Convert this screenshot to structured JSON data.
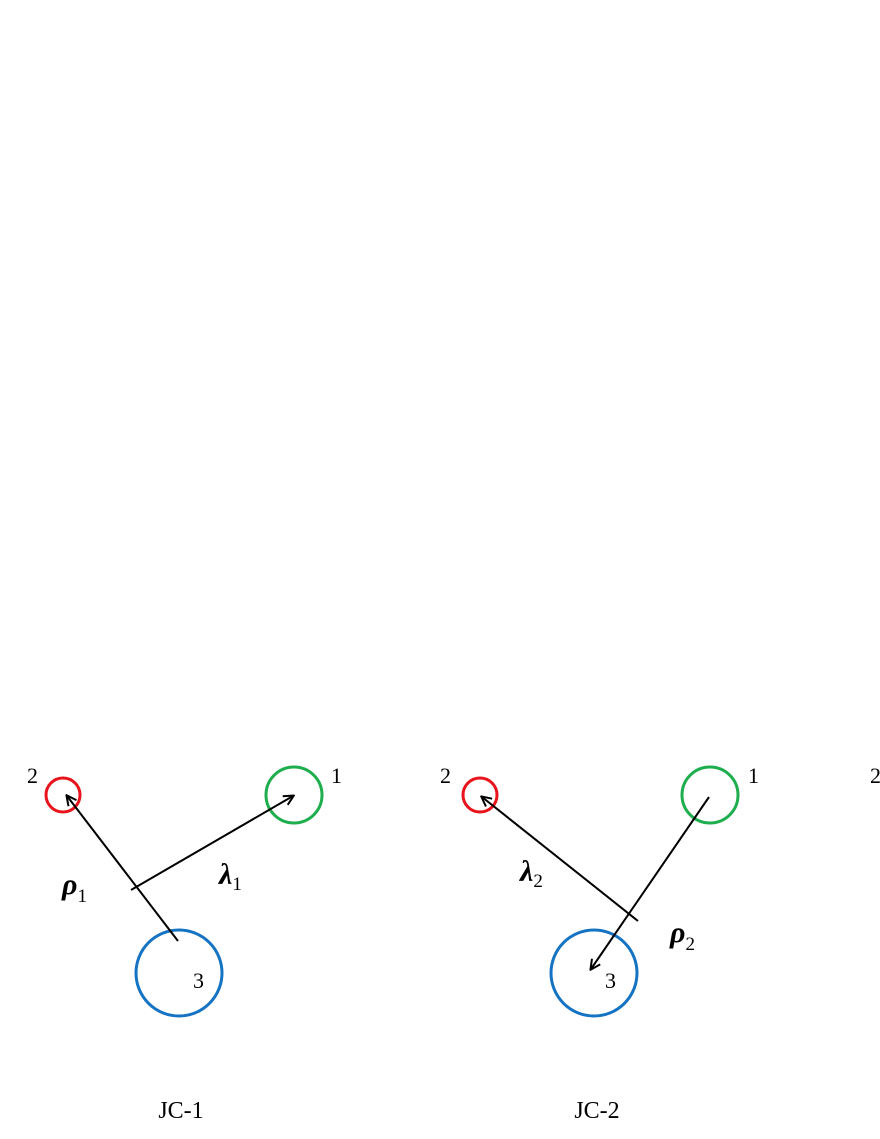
{
  "colors": {
    "particle_1": "#1fae4e",
    "particle_2": "#e8131b",
    "particle_3": "#1573c3",
    "vector": "#000000"
  },
  "panels": [
    {
      "caption": "JC-1",
      "particle_labels": {
        "p1": "1",
        "p2": "2",
        "p3": "3"
      },
      "vector_labels": {
        "rho": {
          "symbol": "ρ",
          "subscript": "1"
        },
        "lambda": {
          "symbol": "λ",
          "subscript": "1"
        }
      }
    },
    {
      "caption": "JC-2",
      "particle_labels": {
        "p1": "1",
        "p2": "2",
        "p3": "3"
      },
      "vector_labels": {
        "rho": {
          "symbol": "ρ",
          "subscript": "2"
        },
        "lambda": {
          "symbol": "λ",
          "subscript": "2"
        }
      }
    },
    {
      "particle_labels": {
        "p2": "2"
      }
    }
  ]
}
